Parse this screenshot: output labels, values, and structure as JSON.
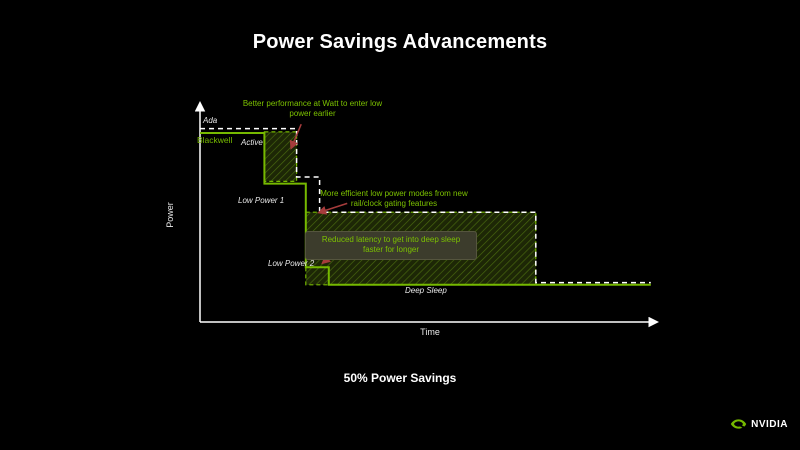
{
  "slide": {
    "title": "Power Savings Advancements",
    "subtitle": "50% Power Savings",
    "brand": "NVIDIA"
  },
  "colors": {
    "background": "#000000",
    "nvidia_green": "#76b900",
    "text_white": "#ffffff",
    "annotation_arrow_red": "#a63c3c",
    "savings_fill_dark": "#1d2706",
    "savings_hatch_line": "#4a6b10"
  },
  "chart_data": {
    "type": "line",
    "subtype": "step-comparison",
    "title": "Power Savings Advancements",
    "xlabel": "Time",
    "ylabel": "Power",
    "axes_numeric": false,
    "x_units": "relative time 0-100 (conceptual, unlabeled axis)",
    "y_units": "relative power 0-100 (conceptual, unlabeled axis)",
    "power_states": [
      "Active",
      "Low Power 1",
      "Low Power 2",
      "Deep Sleep"
    ],
    "series": [
      {
        "name": "Ada",
        "color": "#ffffff",
        "line_style": "dashed",
        "points": [
          [
            0,
            87
          ],
          [
            21,
            87
          ],
          [
            21,
            65
          ],
          [
            26,
            65
          ],
          [
            26,
            49
          ],
          [
            73,
            49
          ],
          [
            73,
            17
          ],
          [
            98,
            17
          ]
        ]
      },
      {
        "name": "Blackwell",
        "color": "#76b900",
        "line_style": "solid",
        "points": [
          [
            0,
            85
          ],
          [
            14,
            85
          ],
          [
            14,
            62
          ],
          [
            23,
            62
          ],
          [
            23,
            24
          ],
          [
            28,
            24
          ],
          [
            28,
            16
          ],
          [
            98,
            16
          ]
        ]
      }
    ],
    "savings_regions": [
      {
        "x0": 14,
        "x1": 21,
        "y0": 63,
        "y1": 85.5
      },
      {
        "x0": 23,
        "x1": 73,
        "y0": 16,
        "y1": 49
      }
    ],
    "annotations": [
      {
        "text": "Better performance at Watt to enter low power earlier",
        "arrow": {
          "from": [
            22,
            89
          ],
          "to": [
            19.8,
            78
          ]
        }
      },
      {
        "text": "More efficient low power modes from new rail/clock gating features",
        "arrow": {
          "from": [
            32,
            53
          ],
          "to": [
            25.8,
            48.8
          ]
        }
      },
      {
        "text": "Reduced latency to get into deep sleep faster for longer",
        "arrow": {
          "from": [
            29.5,
            31
          ],
          "to": [
            26.6,
            25.8
          ]
        }
      }
    ],
    "summary": "50% Power Savings"
  }
}
